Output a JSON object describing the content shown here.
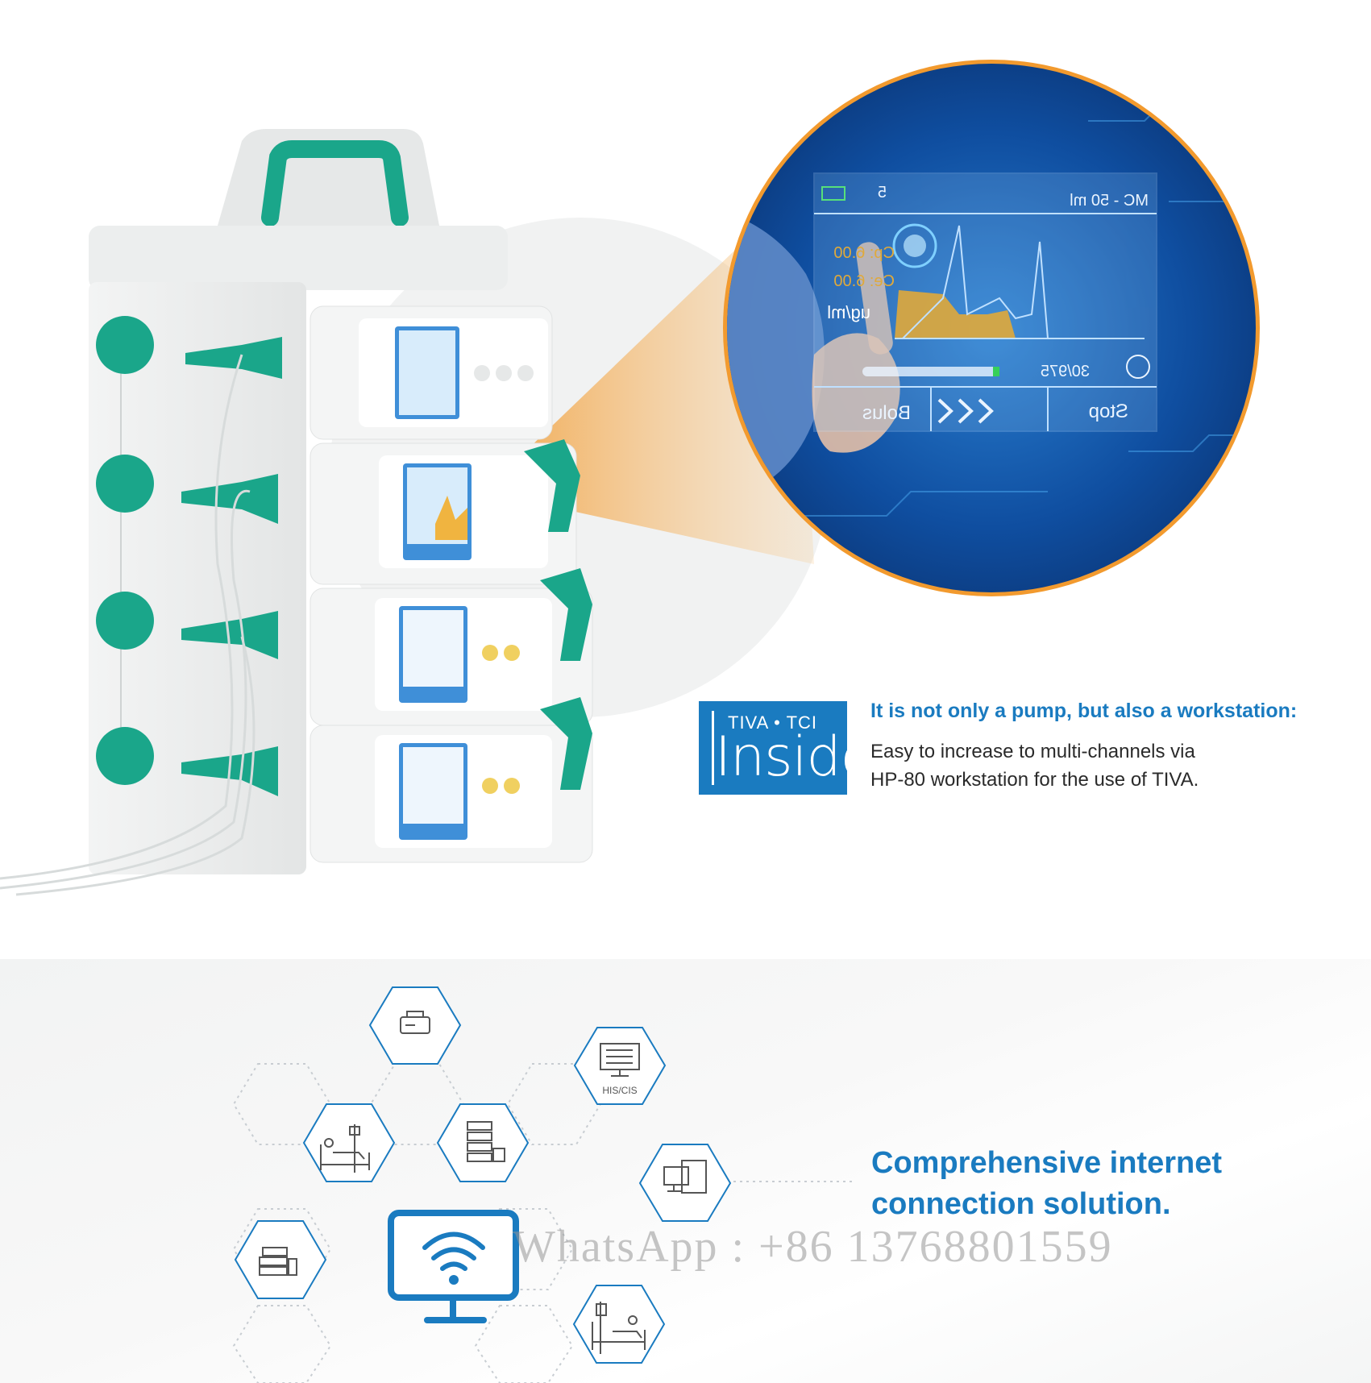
{
  "pump_screen": {
    "title": "MC - 50 ml",
    "bed_number": "5",
    "cp": "Cp: 6.00",
    "ce": "Ce: 6.00",
    "unit": "ug/ml",
    "volume": "30/975",
    "bolus_label": "Bolus",
    "stop_label": "Stop"
  },
  "tiva_badge": {
    "top_text": "TIVA • TCI",
    "main_text": "Inside"
  },
  "workstation": {
    "headline": "It is not only a pump, but also a workstation:",
    "line1": "Easy to increase to multi-channels via",
    "line2": "HP-80 workstation for the use of TIVA."
  },
  "connection": {
    "title_line1": "Comprehensive internet",
    "title_line2": "connection solution.",
    "his_label": "HIS/CIS"
  },
  "watermark": "WhatsApp : +86 13768801559",
  "colors": {
    "accent_blue": "#1a7bc0",
    "device_green": "#1aa68a",
    "highlight_orange": "#f29a2e"
  },
  "icons": [
    "monitor-device-icon",
    "his-cis-terminal-icon",
    "patient-bed-icon",
    "server-rack-icon",
    "workstation-computers-icon",
    "wifi-monitor-icon",
    "infusion-pump-stack-icon",
    "patient-bed-infusion-icon"
  ]
}
